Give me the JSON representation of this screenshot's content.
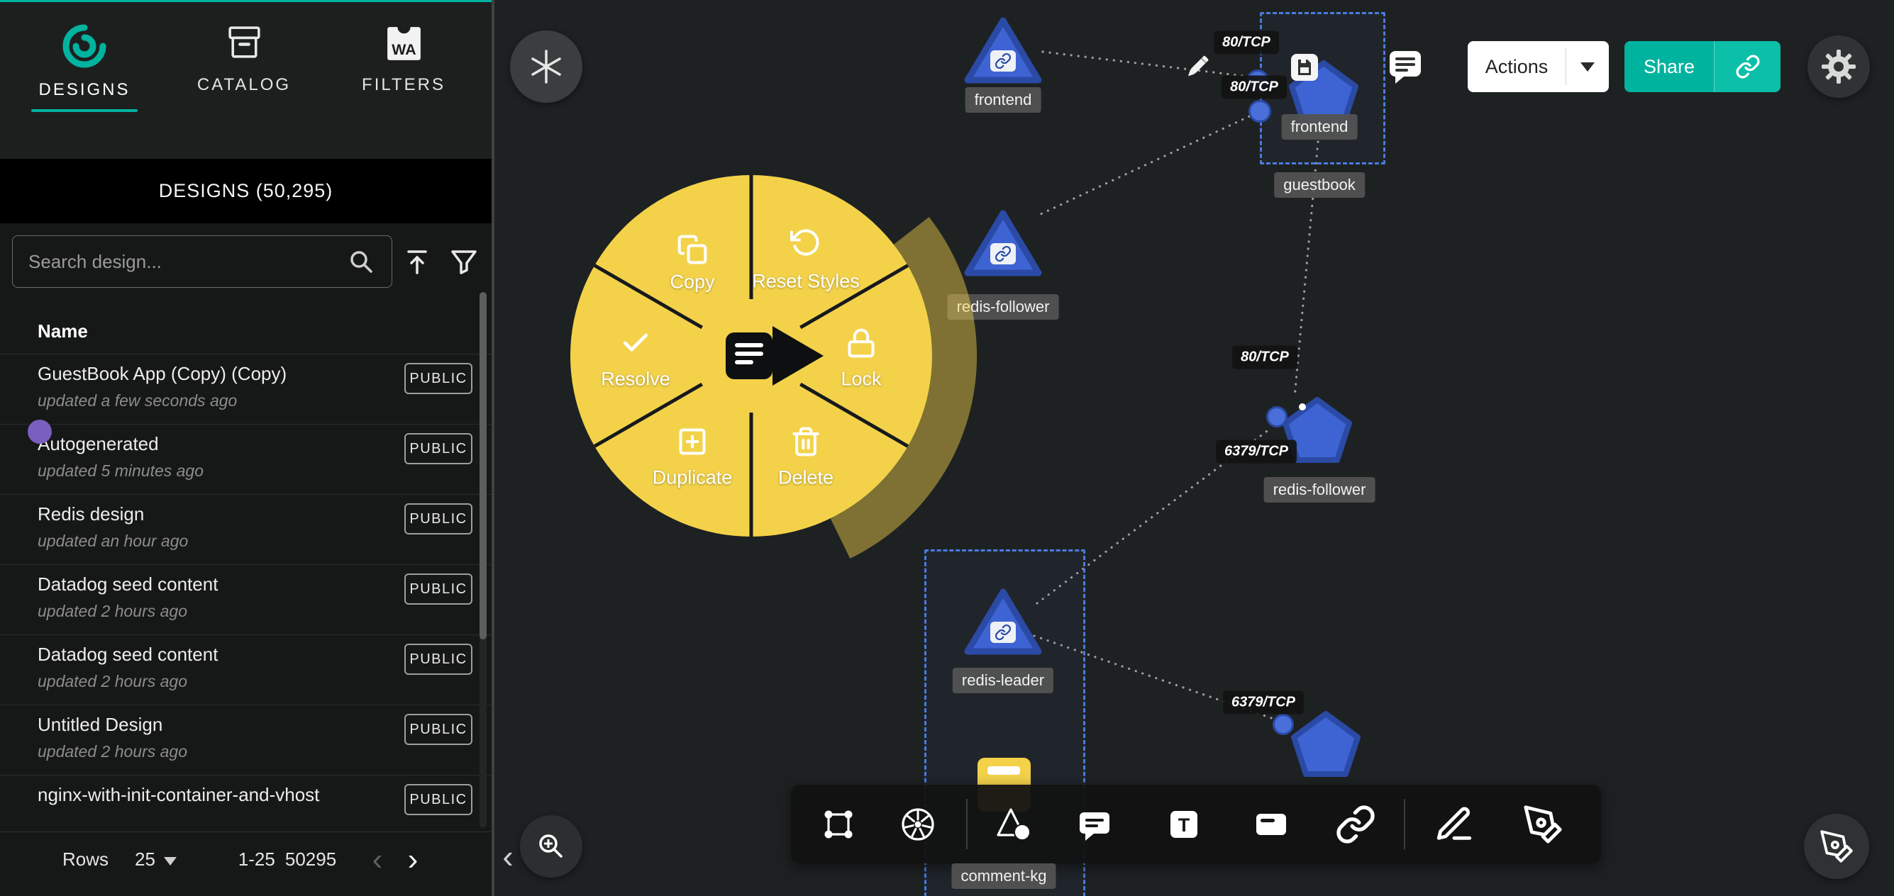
{
  "colors": {
    "accent": "#00B39F",
    "node": "#3E63D2",
    "node_border": "#2B4AA6",
    "menu_yellow": "#F3D24A",
    "selection_blue": "#4A7BE0"
  },
  "glyphs": {
    "wa": "WA",
    "text_tool": "T",
    "prev": "‹",
    "next": "›",
    "collapse": "‹"
  },
  "sidebar": {
    "tabs": [
      {
        "label": "DESIGNS",
        "icon": "meshery-swirl-icon",
        "active": true
      },
      {
        "label": "CATALOG",
        "icon": "archive-icon",
        "active": false
      },
      {
        "label": "FILTERS",
        "icon": "wasm-wa-icon",
        "active": false
      }
    ],
    "header": "DESIGNS (50,295)",
    "search": {
      "placeholder": "Search design...",
      "icons": [
        "search-icon",
        "import-icon",
        "filter-icon"
      ]
    },
    "name_header": "Name",
    "designs": [
      {
        "name": "GuestBook App (Copy) (Copy)",
        "updated": "updated a few seconds ago",
        "badge": "PUBLIC"
      },
      {
        "name": "Autogenerated",
        "updated": "updated 5 minutes ago",
        "badge": "PUBLIC"
      },
      {
        "name": "Redis design",
        "updated": "updated an hour ago",
        "badge": "PUBLIC"
      },
      {
        "name": "Datadog seed content",
        "updated": "updated 2 hours ago",
        "badge": "PUBLIC"
      },
      {
        "name": "Datadog seed content",
        "updated": "updated 2 hours ago",
        "badge": "PUBLIC"
      },
      {
        "name": "Untitled Design",
        "updated": "updated 2 hours ago",
        "badge": "PUBLIC"
      },
      {
        "name": "nginx-with-init-container-and-vhost",
        "updated": "",
        "badge": "PUBLIC"
      }
    ],
    "pagination": {
      "rows_label": "Rows",
      "rows_value": "25",
      "range": "1-25",
      "total": "50295"
    }
  },
  "topbar": {
    "actions": "Actions",
    "share": "Share"
  },
  "canvas": {
    "radial_menu": {
      "items": [
        "Copy",
        "Reset Styles",
        "Resolve",
        "Lock",
        "Duplicate",
        "Delete"
      ]
    },
    "node_labels": {
      "frontend_service": "frontend",
      "frontend_deployment": "frontend",
      "guestbook_group": "guestbook",
      "redis_follower_service": "redis-follower",
      "redis_follower_deployment": "redis-follower",
      "redis_leader_service": "redis-leader",
      "comment_node": "comment-kg"
    },
    "edge_labels": [
      "80/TCP",
      "80/TCP",
      "80/TCP",
      "6379/TCP",
      "6379/TCP"
    ],
    "toolbar_icons": [
      "components-icon",
      "kubernetes-icon",
      "shapes-icon",
      "comment-icon",
      "text-icon",
      "node-icon",
      "link-icon",
      "edit-icon",
      "pen-icon"
    ]
  }
}
